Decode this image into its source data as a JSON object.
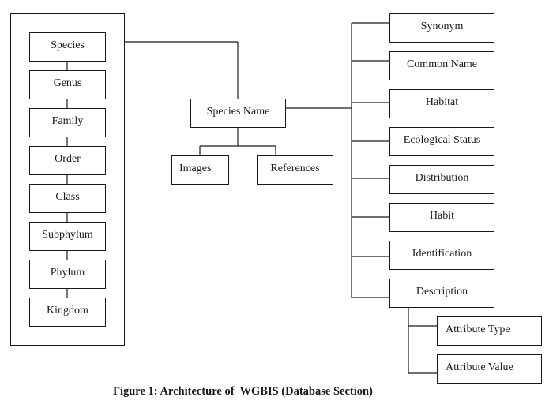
{
  "diagram": {
    "taxonomy": [
      "Species",
      "Genus",
      "Family",
      "Order",
      "Class",
      "Subphylum",
      "Phylum",
      "Kingdom"
    ],
    "center": {
      "label": "Species Name",
      "children": [
        "Images",
        "References"
      ]
    },
    "attributes": [
      "Synonym",
      "Common Name",
      "Habitat",
      "Ecological Status",
      "Distribution",
      "Habit",
      "Identification",
      "Description"
    ],
    "description_children": [
      "Attribute Type",
      "Attribute Value"
    ]
  },
  "caption": "Figure 1: Architecture of  WGBIS (Database Section)"
}
